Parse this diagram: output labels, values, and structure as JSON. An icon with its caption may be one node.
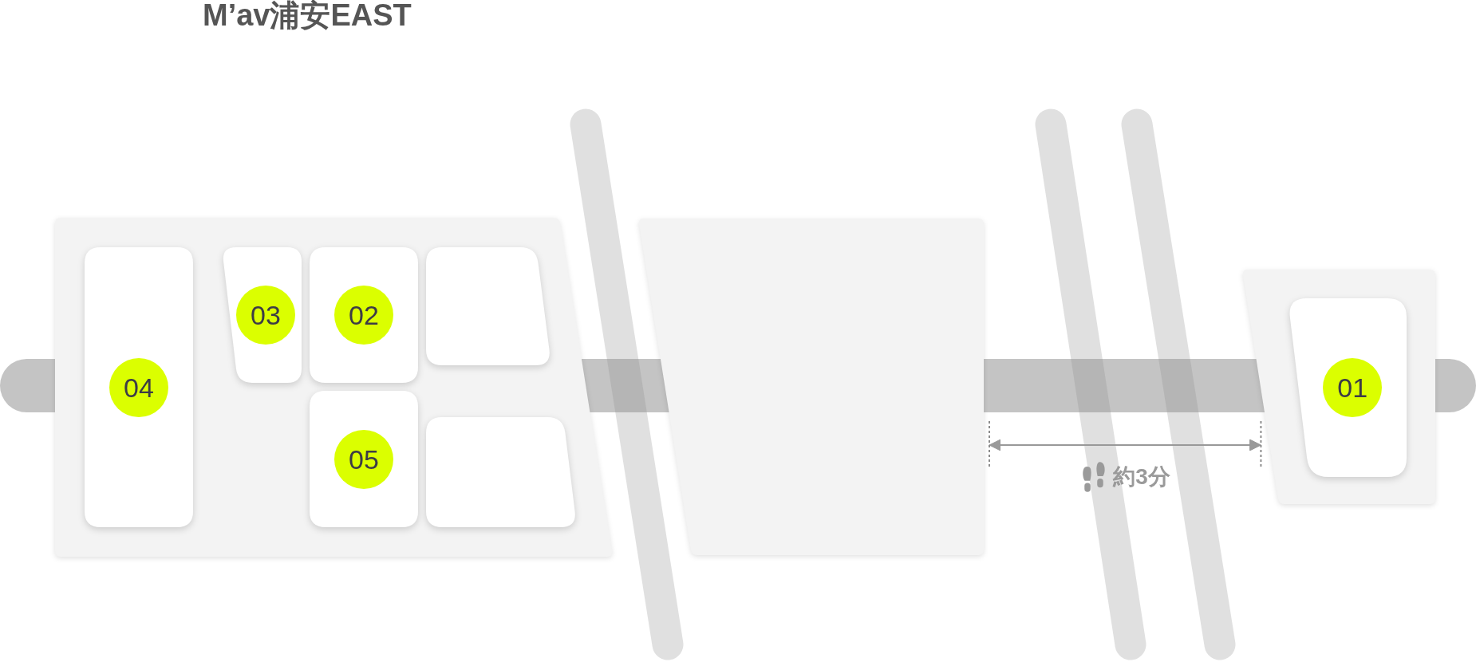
{
  "diagram": {
    "title": "M’av浦安EAST",
    "nodes": [
      {
        "text": [],
        "shape": "box"
      },
      {
        "text": [
          "04"
        ],
        "in": 0
      },
      {
        "text": [
          "03"
        ],
        "in": 0
      },
      {
        "text": [
          "02"
        ],
        "in": 0
      },
      {
        "text": [],
        "shape": "box",
        "in": 0
      },
      {
        "text": [
          "05"
        ],
        "in": 0
      },
      {
        "text": [],
        "shape": "box",
        "in": 0
      },
      {
        "text": [],
        "shape": "box"
      },
      {
        "text": [],
        "shape": "box"
      },
      {
        "text": [
          "01"
        ],
        "in": 8
      }
    ],
    "edges": [
      {
        "from": 7,
        "to": 8,
        "arrow": "both",
        "label": "約3分"
      }
    ]
  }
}
